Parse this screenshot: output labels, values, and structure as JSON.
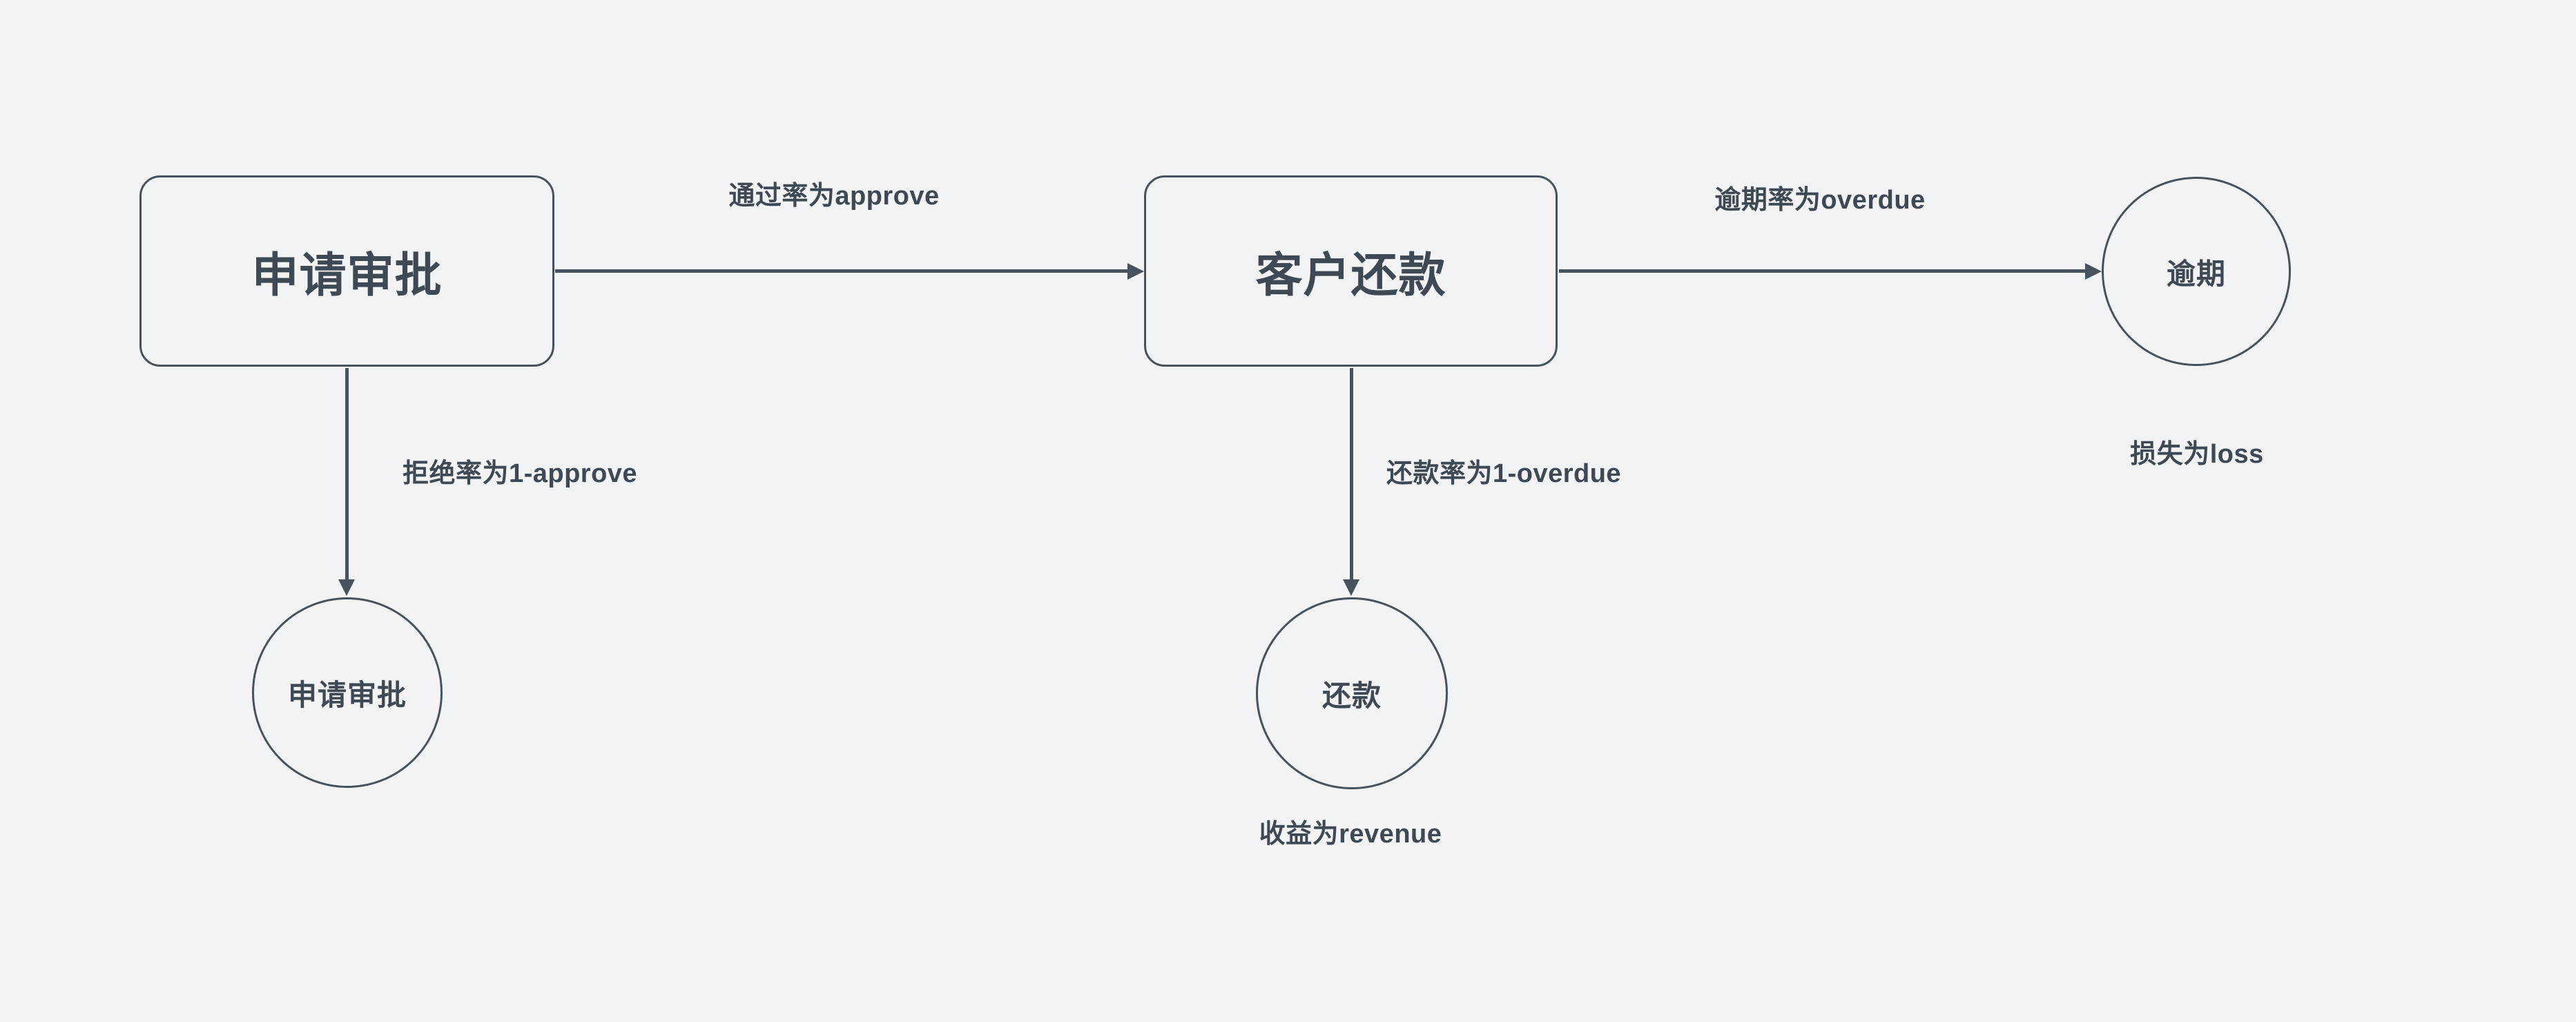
{
  "diagram": {
    "background_color": "#f1f3f5",
    "stroke_color": "#47525c",
    "text_color": "#3e4954",
    "nodes": {
      "approval_box": {
        "label": "申请审批",
        "shape": "rounded-rect"
      },
      "repayment_box": {
        "label": "客户还款",
        "shape": "rounded-rect"
      },
      "overdue_circle": {
        "label": "逾期",
        "shape": "circle"
      },
      "approval_circle": {
        "label": "申请审批",
        "shape": "circle"
      },
      "repay_circle": {
        "label": "还款",
        "shape": "circle"
      }
    },
    "edges": {
      "approve": {
        "label": "通过率为approve",
        "from": "申请审批",
        "to": "客户还款"
      },
      "overdue": {
        "label": "逾期率为overdue",
        "from": "客户还款",
        "to": "逾期"
      },
      "reject": {
        "label": "拒绝率为1-approve",
        "from": "申请审批",
        "to": "申请审批"
      },
      "repay": {
        "label": "还款率为1-overdue",
        "from": "客户还款",
        "to": "还款"
      }
    },
    "annotations": {
      "loss": {
        "label": "损失为loss"
      },
      "revenue": {
        "label": "收益为revenue"
      }
    }
  }
}
